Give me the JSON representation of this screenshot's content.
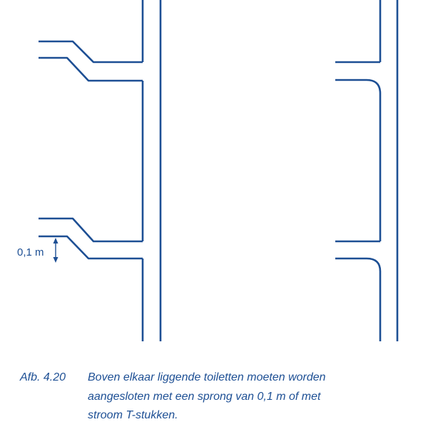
{
  "diagram": {
    "dimension_label": "0,1 m",
    "stroke_color": "#1d4f94"
  },
  "caption": {
    "number": "Afb. 4.20",
    "lines": [
      "Boven elkaar liggende toiletten moeten worden",
      "aangesloten met een sprong van 0,1 m of met",
      "stroom T-stukken."
    ]
  }
}
